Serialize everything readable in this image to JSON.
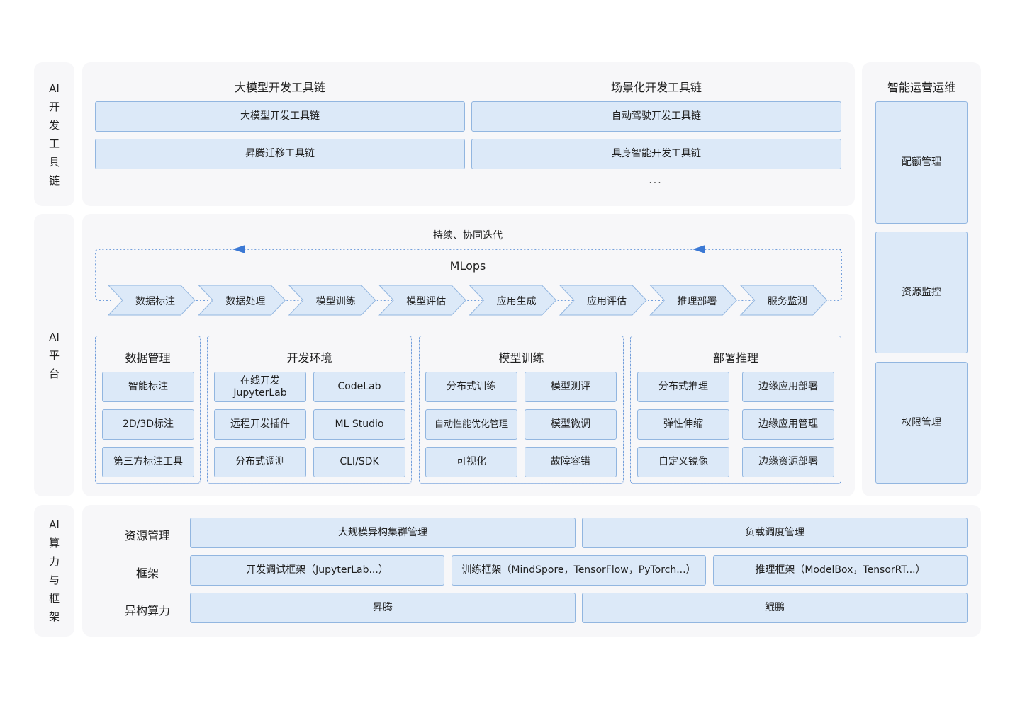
{
  "left_labels": {
    "devtools": [
      "AI",
      "开",
      "发",
      "工",
      "具",
      "链"
    ],
    "platform": [
      "AI",
      "平",
      "台"
    ],
    "compute": [
      "AI",
      "算",
      "力",
      "与",
      "框",
      "架"
    ]
  },
  "toolchain": {
    "col1_title": "大模型开发工具链",
    "col2_title": "场景化开发工具链",
    "col1_items": [
      "大模型开发工具链",
      "昇腾迁移工具链"
    ],
    "col2_items": [
      "自动驾驶开发工具链",
      "具身智能开发工具链"
    ],
    "more": "..."
  },
  "ops": {
    "title": "智能运营运维",
    "items": [
      "配额管理",
      "资源监控",
      "权限管理"
    ]
  },
  "mlops": {
    "loop_label": "持续、协同迭代",
    "title": "MLops",
    "steps": [
      "数据标注",
      "数据处理",
      "模型训练",
      "模型评估",
      "应用生成",
      "应用评估",
      "推理部署",
      "服务监测"
    ]
  },
  "modules": {
    "data": {
      "title": "数据管理",
      "items": [
        "智能标注",
        "2D/3D标注",
        "第三方标注工具"
      ]
    },
    "dev": {
      "title": "开发环境",
      "items": [
        {
          "l1": "在线开发",
          "l2": "JupyterLab"
        },
        {
          "l1": "CodeLab",
          "l2": ""
        },
        {
          "l1": "远程开发插件",
          "l2": ""
        },
        {
          "l1": "ML Studio",
          "l2": ""
        },
        {
          "l1": "分布式调测",
          "l2": ""
        },
        {
          "l1": "CLI/SDK",
          "l2": ""
        }
      ]
    },
    "train": {
      "title": "模型训练",
      "items": [
        "分布式训练",
        "模型测评",
        "自动性能优化管理",
        "模型微调",
        "可视化",
        "故障容错"
      ]
    },
    "deploy": {
      "title": "部署推理",
      "items": [
        "分布式推理",
        "边缘应用部署",
        "弹性伸缩",
        "边缘应用管理",
        "自定义镜像",
        "边缘资源部署"
      ]
    }
  },
  "compute": {
    "rows": [
      {
        "label": "资源管理",
        "items": [
          "大规模异构集群管理",
          "负载调度管理"
        ]
      },
      {
        "label": "框架",
        "items": [
          "开发调试框架（JupyterLab...）",
          "训练框架（MindSpore，TensorFlow，PyTorch...）",
          "推理框架（ModelBox，TensorRT...）"
        ]
      },
      {
        "label": "异构算力",
        "items": [
          "昇腾",
          "鲲鹏"
        ]
      }
    ]
  },
  "colors": {
    "panel_bg": "#f7f7f9",
    "box_fill": "#dce9f8",
    "box_border": "#92b6e0",
    "accent": "#3b78d4"
  }
}
